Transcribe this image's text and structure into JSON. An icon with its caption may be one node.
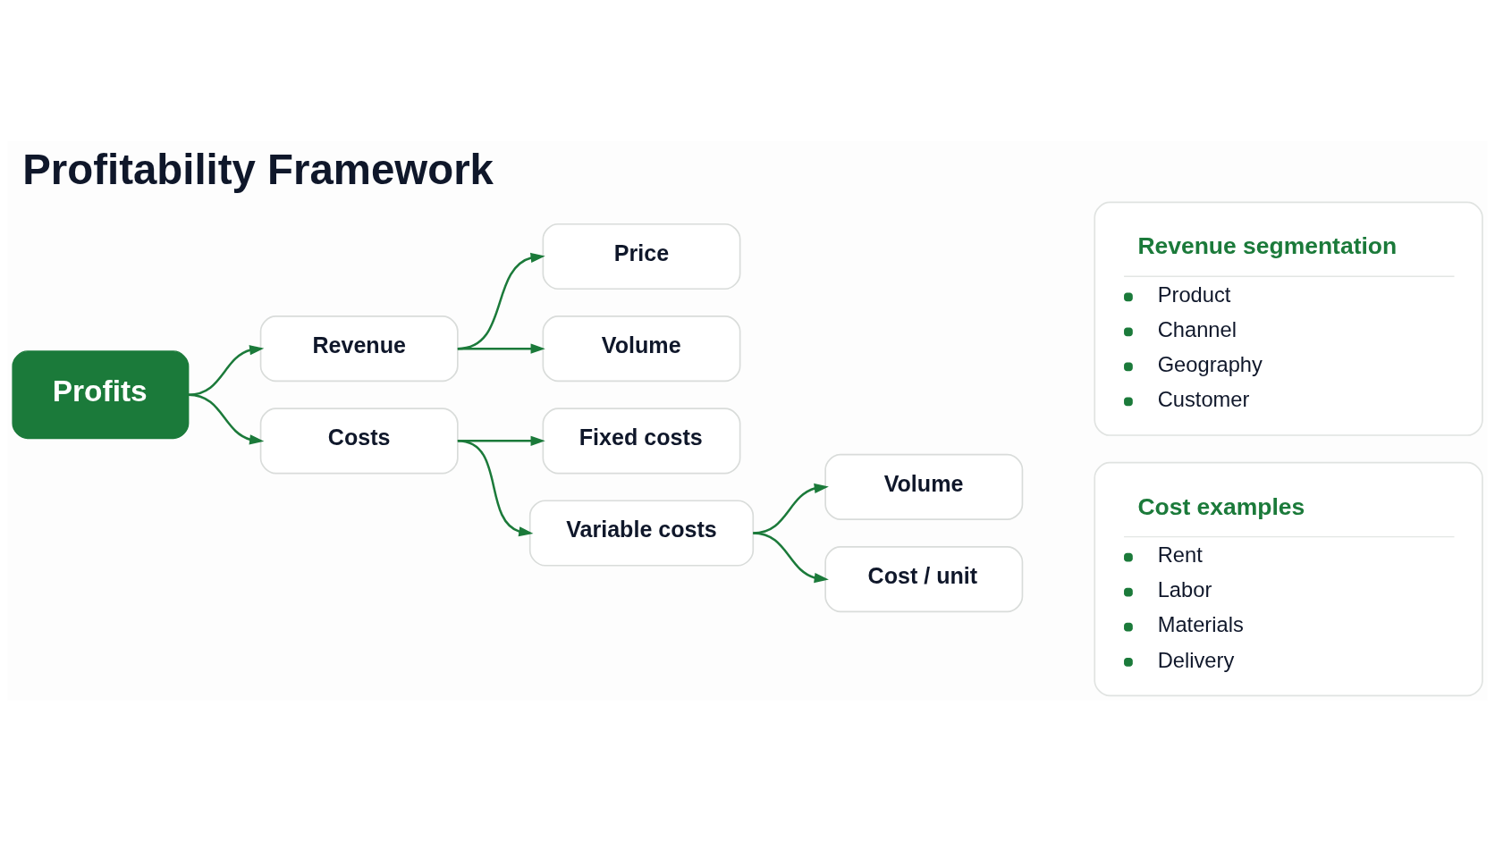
{
  "diagram": {
    "title": "Profitability Framework",
    "nodes": [
      {
        "text": [
          "Profits"
        ]
      },
      {
        "text": [
          "Revenue"
        ]
      },
      {
        "text": [
          "Price"
        ]
      },
      {
        "text": [
          "Volume"
        ]
      },
      {
        "text": [
          "Costs"
        ]
      },
      {
        "text": [
          "Fixed costs"
        ]
      },
      {
        "text": [
          "Variable costs"
        ]
      },
      {
        "text": [
          "Volume"
        ]
      },
      {
        "text": [
          "Cost / unit"
        ]
      },
      {
        "text": [
          "Revenue segmentation",
          "Product",
          "Channel",
          "Geography",
          "Customer"
        ]
      },
      {
        "text": [
          "Cost examples",
          "Rent",
          "Labor",
          "Materials",
          "Delivery"
        ]
      }
    ],
    "edges": [
      {
        "from": 0,
        "to": 1,
        "arrow": "to"
      },
      {
        "from": 0,
        "to": 4,
        "arrow": "to"
      },
      {
        "from": 1,
        "to": 2,
        "arrow": "to"
      },
      {
        "from": 1,
        "to": 3,
        "arrow": "to"
      },
      {
        "from": 4,
        "to": 5,
        "arrow": "to"
      },
      {
        "from": 4,
        "to": 6,
        "arrow": "to"
      },
      {
        "from": 6,
        "to": 7,
        "arrow": "to"
      },
      {
        "from": 6,
        "to": 8,
        "arrow": "to"
      }
    ]
  }
}
